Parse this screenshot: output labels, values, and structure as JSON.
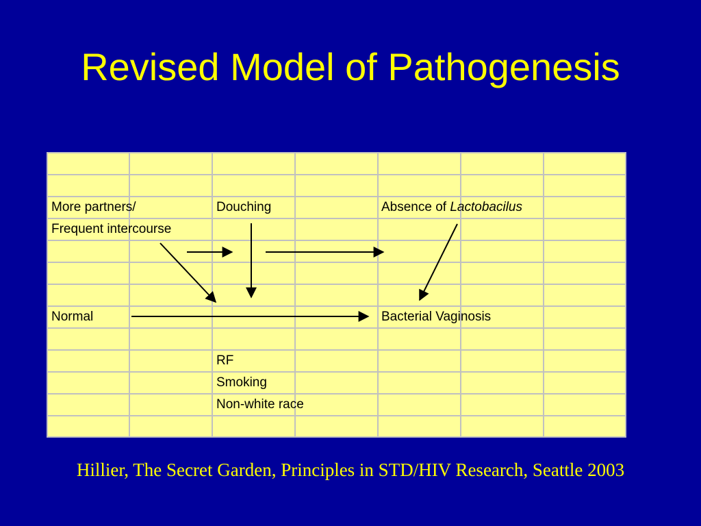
{
  "slide": {
    "title": "Revised Model of Pathogenesis",
    "citation": "Hillier, The Secret Garden, Principles in STD/HIV Research, Seattle 2003"
  },
  "diagram": {
    "more_partners": "More partners/",
    "frequent_intercourse": "Frequent intercourse",
    "douching": "Douching",
    "absence_of": "Absence of",
    "lactobacilus": "Lactobacilus",
    "normal": "Normal",
    "bacterial_vaginosis": "Bacterial Vaginosis",
    "rf": "RF",
    "smoking": "Smoking",
    "non_white_race": "Non-white race"
  },
  "colors": {
    "background": "#000099",
    "title": "#ffff00",
    "grid_fill": "#ffff99",
    "grid_lines": "#c0c0c0",
    "arrows": "#000000"
  }
}
